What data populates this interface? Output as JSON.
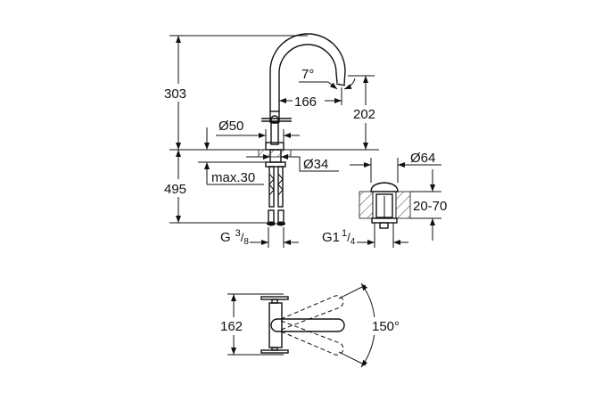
{
  "drawing": {
    "side_view": {
      "total_height_above": "303",
      "below_counter": "495",
      "spout_height": "202",
      "spout_reach": "166",
      "spout_angle": "7°",
      "base_diameter": "Ø50",
      "hole_diameter": "Ø34",
      "max_thickness": "max.30",
      "connection": {
        "main": "G",
        "sup": "3",
        "sub": "8"
      }
    },
    "waste": {
      "diameter": "Ø64",
      "thickness_range": "20-70",
      "connection": {
        "main": "G1",
        "sup": "1",
        "sub": "4"
      }
    },
    "top_view": {
      "width": "162",
      "swivel_angle": "150°"
    }
  }
}
